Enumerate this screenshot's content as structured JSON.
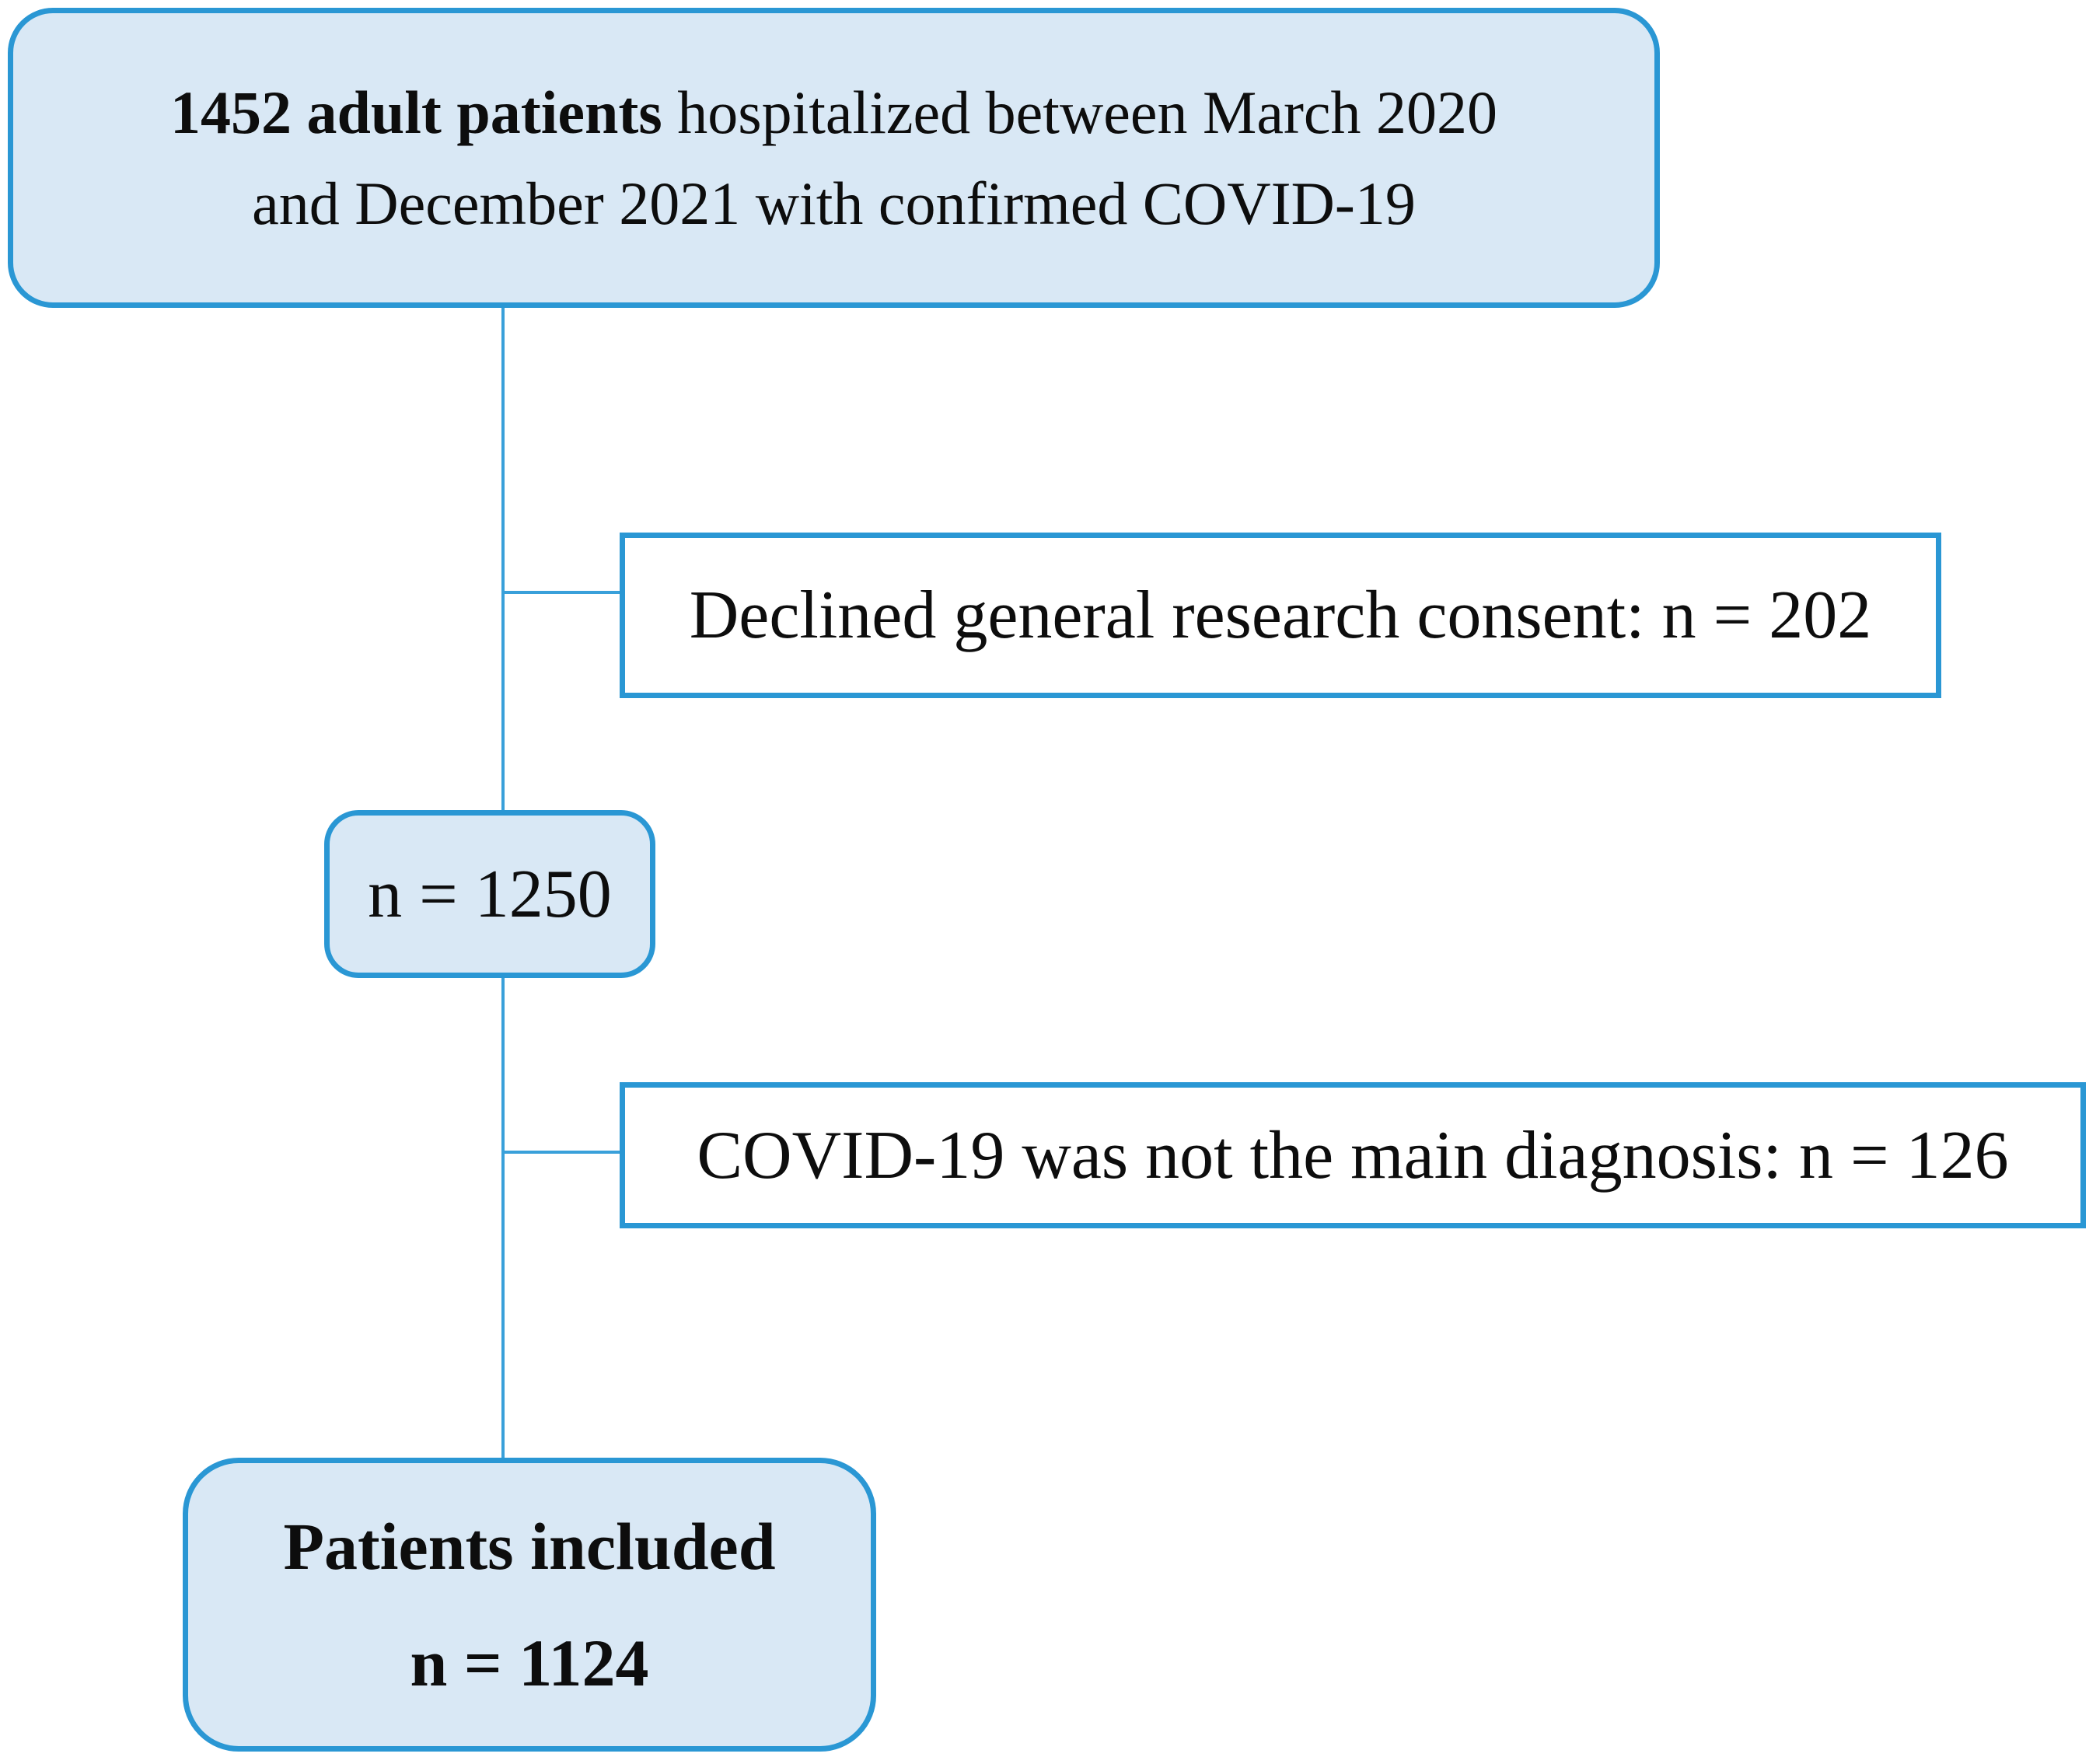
{
  "figure": {
    "colors": {
      "page_bg": "#ffffff",
      "border": "#2a97d4",
      "line": "#39a0da",
      "box_fill": "#d9e8f5",
      "white_fill": "#ffffff",
      "text": "#0d0d0d"
    },
    "nodes": {
      "source": {
        "line1_bold": "1452 adult patients",
        "line1_rest": " hospitalized between March 2020",
        "line2": "and December 2021 with confirmed COVID-19"
      },
      "consent_excluded": {
        "label": "Declined general research consent: n = 202"
      },
      "after_consent": {
        "label": "n = 1250"
      },
      "diagnosis_excluded": {
        "label": "COVID-19 was not the main diagnosis: n = 126"
      },
      "included": {
        "line1": "Patients included",
        "line2": "n = 1124"
      }
    }
  }
}
